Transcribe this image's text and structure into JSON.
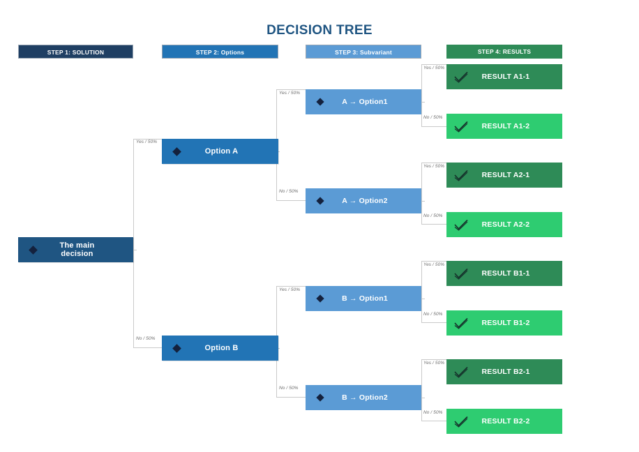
{
  "title": "DECISION TREE",
  "colors": {
    "title": "#1F5582",
    "step1": "#1F3F63",
    "step2": "#2274B5",
    "step3": "#5B9BD5",
    "step4": "#2E8B57",
    "result_yes": "#2E8B57",
    "result_no": "#2ECC71",
    "connector": "#c9c9c9",
    "branch_label": "#6b6b6b"
  },
  "steps": [
    {
      "label": "STEP 1: SOLUTION"
    },
    {
      "label": "STEP 2: Options"
    },
    {
      "label": "STEP 3: Subvariant"
    },
    {
      "label": "STEP 4: RESULTS"
    }
  ],
  "root": {
    "label": "The main decision",
    "icon": "diamond-icon"
  },
  "branch_labels": {
    "yes": "Yes / 50%",
    "no": "No / 50%"
  },
  "level1": [
    {
      "label": "Option A",
      "branch": "Yes / 50%",
      "icon": "diamond-icon"
    },
    {
      "label": "Option B",
      "branch": "No / 50%",
      "icon": "diamond-icon"
    }
  ],
  "level2": [
    {
      "label": "A → Option1",
      "branch": "Yes / 50%",
      "icon": "diamond-icon"
    },
    {
      "label": "A → Option2",
      "branch": "No / 50%",
      "icon": "diamond-icon"
    },
    {
      "label": "B → Option1",
      "branch": "Yes / 50%",
      "icon": "diamond-icon"
    },
    {
      "label": "B → Option2",
      "branch": "No / 50%",
      "icon": "diamond-icon"
    }
  ],
  "results": [
    {
      "label": "RESULT A1-1",
      "branch": "Yes / 50%",
      "tone": "yes",
      "icon": "check-icon"
    },
    {
      "label": "RESULT A1-2",
      "branch": "No / 50%",
      "tone": "no",
      "icon": "check-icon"
    },
    {
      "label": "RESULT A2-1",
      "branch": "Yes / 50%",
      "tone": "yes",
      "icon": "check-icon"
    },
    {
      "label": "RESULT A2-2",
      "branch": "No / 50%",
      "tone": "no",
      "icon": "check-icon"
    },
    {
      "label": "RESULT B1-1",
      "branch": "Yes / 50%",
      "tone": "yes",
      "icon": "check-icon"
    },
    {
      "label": "RESULT B1-2",
      "branch": "No / 50%",
      "tone": "no",
      "icon": "check-icon"
    },
    {
      "label": "RESULT B2-1",
      "branch": "Yes / 50%",
      "tone": "yes",
      "icon": "check-icon"
    },
    {
      "label": "RESULT B2-2",
      "branch": "No / 50%",
      "tone": "no",
      "icon": "check-icon"
    }
  ]
}
